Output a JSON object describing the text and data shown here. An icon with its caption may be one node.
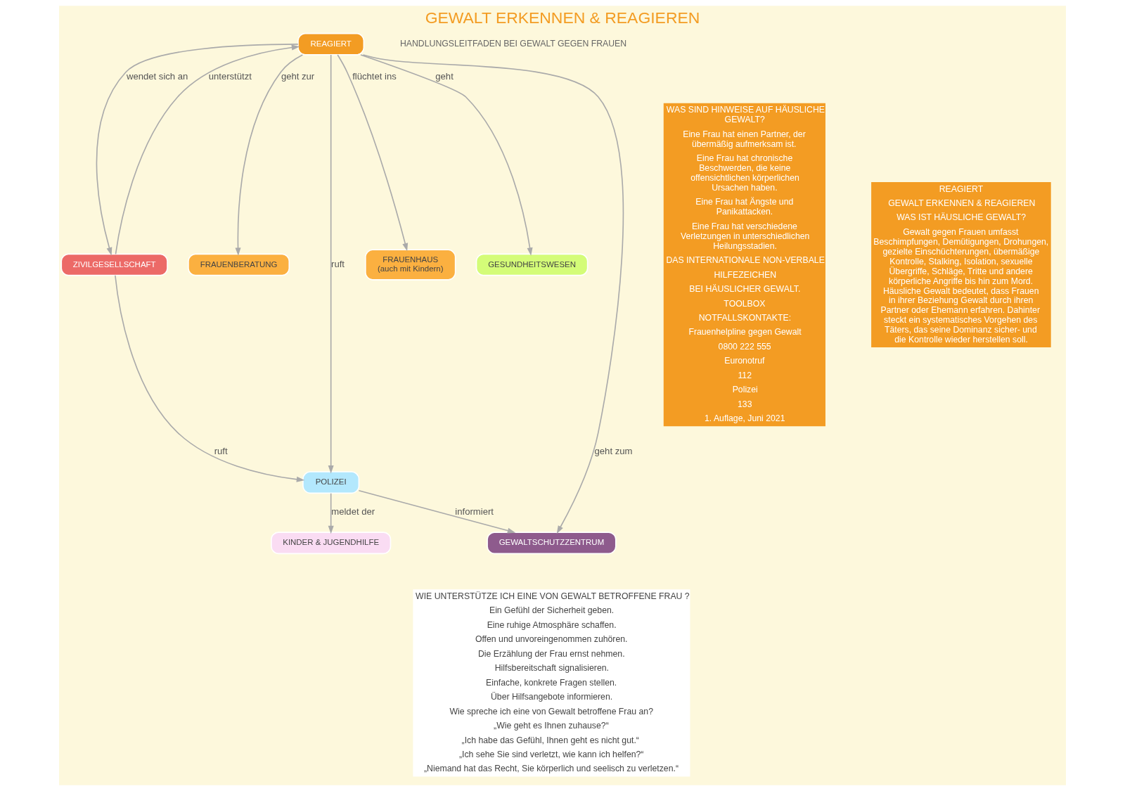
{
  "diagram": {
    "title": "GEWALT ERKENNEN & REAGIEREN",
    "nodes": [
      {
        "text": [
          "REAGIERT"
        ]
      },
      {
        "text": [
          "ZIVILGESELLSCHAFT"
        ]
      },
      {
        "text": [
          "FRAUENBERATUNG"
        ]
      },
      {
        "text": [
          "POLIZEI"
        ]
      },
      {
        "text": [
          "FRAUENHAUS",
          "(auch mit Kindern)"
        ]
      },
      {
        "text": [
          "GESUNDHEITSWESEN"
        ]
      },
      {
        "text": [
          "GEWALTSCHUTZZENTRUM"
        ]
      },
      {
        "text": [
          "KINDER & JUGENDHILFE"
        ]
      }
    ],
    "edges": [
      {
        "from": 1,
        "to": 0,
        "arrow": "to",
        "label": "unterstützt"
      },
      {
        "from": 0,
        "to": 1,
        "arrow": "to",
        "label": "wendet sich an"
      },
      {
        "from": 1,
        "to": 3,
        "arrow": "to",
        "label": "ruft"
      },
      {
        "from": 0,
        "to": 2,
        "arrow": "to",
        "label": "geht zur"
      },
      {
        "from": 0,
        "to": 3,
        "arrow": "to",
        "label": "ruft"
      },
      {
        "from": 0,
        "to": 4,
        "arrow": "to",
        "label": "flüchtet ins"
      },
      {
        "from": 0,
        "to": 6,
        "arrow": "to",
        "label": "geht zum"
      },
      {
        "from": 0,
        "to": 5,
        "arrow": "to",
        "label": "geht"
      },
      {
        "from": 3,
        "to": 6,
        "arrow": "to",
        "label": "informiert"
      },
      {
        "from": 3,
        "to": 7,
        "arrow": "to",
        "label": "meldet der"
      }
    ],
    "labels": [
      "HANDLUNGSLEITFADEN BEI GEWALT GEGEN FRAUEN",
      "WAS SIND HINWEISE AUF HÄUSLICHE GEWALT?",
      "Eine Frau hat einen Partner, der übermäßig aufmerksam ist.",
      "Eine Frau hat chronische Beschwerden, die keine offensichtlichen körperlichen Ursachen haben.",
      "Eine Frau hat Ängste und Panikattacken.",
      "Eine Frau hat verschiedene Verletzungen in unterschiedlichen Heilungsstadien.",
      "DAS INTERNATIONALE NON-VERBALE",
      "HILFEZEICHEN",
      "BEI HÄUSLICHER GEWALT.",
      "TOOLBOX",
      "NOTFALLSKONTAKTE:",
      "Frauenhelpline gegen Gewalt",
      "0800 222 555",
      "Euronotruf",
      "112",
      "Polizei",
      "133",
      "1. Auflage, Juni 2021",
      "WIE UNTERSTÜTZE ICH EINE VON GEWALT BETROFFENE FRAU ?",
      "Ein Gefühl der Sicherheit geben.",
      "Eine ruhige Atmosphäre schaffen.",
      "Offen und unvoreingenommen zuhören.",
      "Die Erzählung der Frau ernst nehmen.",
      "Hilfsbereitschaft signalisieren.",
      "Einfache, konkrete Fragen stellen.",
      "Über Hilfsangebote informieren.",
      "Wie spreche ich eine von Gewalt betroffene Frau an?",
      "„Wie geht es Ihnen zuhause?“",
      "„Ich habe das Gefühl, Ihnen geht es nicht gut.“",
      "„Ich sehe Sie sind verletzt, wie kann ich helfen?“",
      "„Niemand hat das Recht, Sie körperlich und seelisch zu verletzen.“",
      "REAGIERT",
      "GEWALT ERKENNEN & REAGIEREN",
      "WAS IST HÄUSLICHE GEWALT?",
      "Gewalt gegen Frauen umfasst Beschimpfungen, Demütigungen, Drohungen, gezielte Einschüchterungen, übermäßige Kontrolle, Stalking, Isolation, sexuelle Übergriffe, Schläge, Tritte und andere körperliche Angriffe bis hin zum Mord. Häusliche Gewalt bedeutet, dass Frauen in ihrer Beziehung Gewalt durch ihren Partner oder Ehemann erfahren. Dahinter steckt ein systematisches Vorgehen des Täters, das seine Dominanz sicher- und die Kontrolle wieder herstellen soll."
    ]
  }
}
